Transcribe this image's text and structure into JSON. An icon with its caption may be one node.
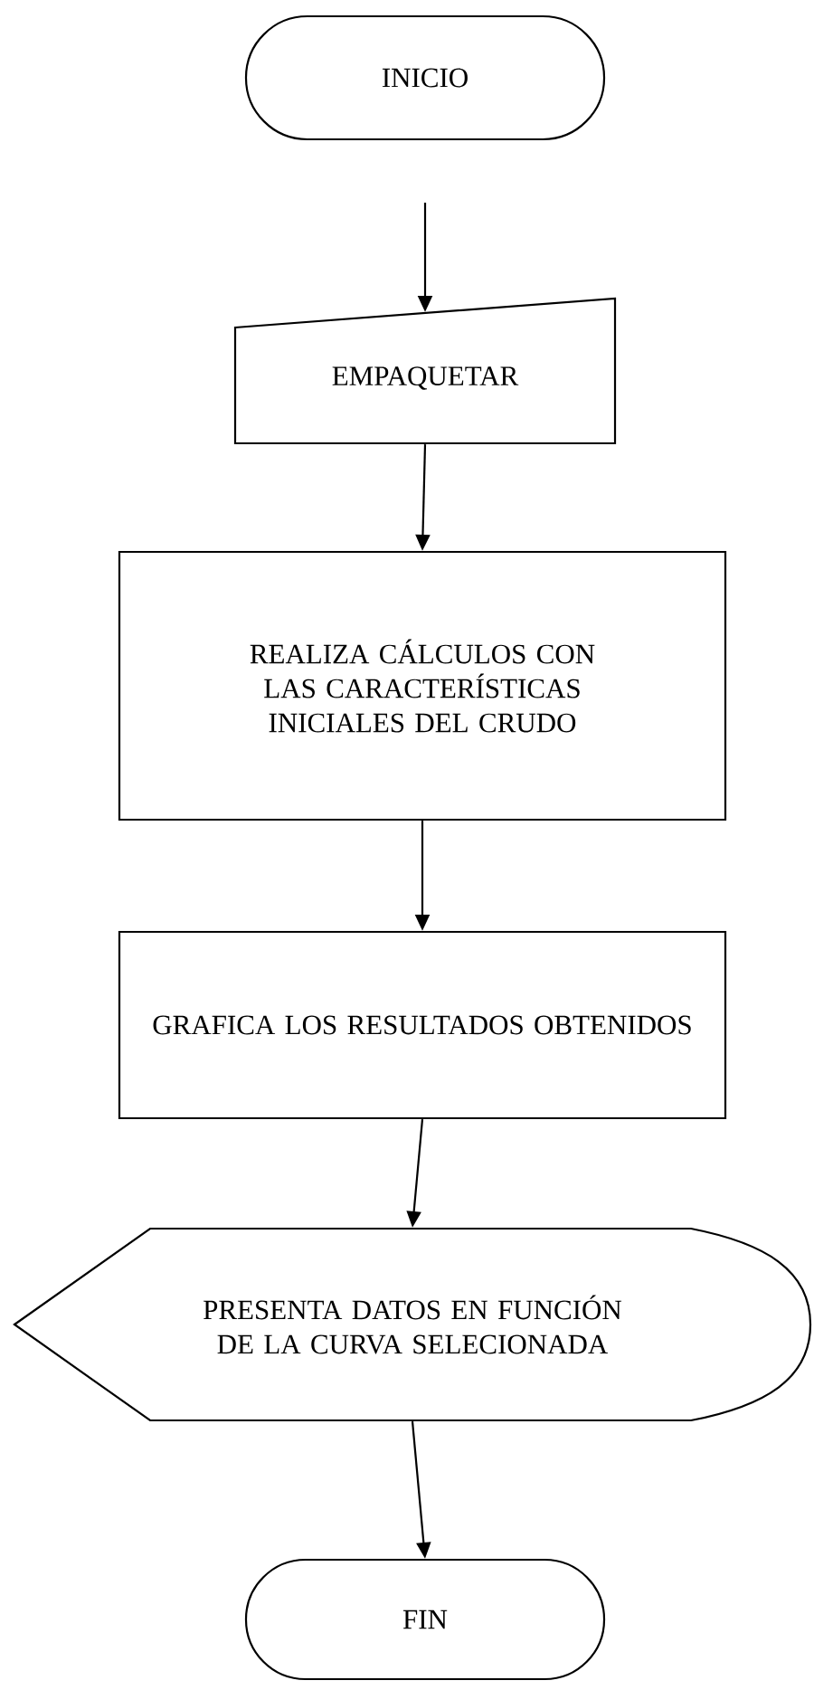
{
  "diagram": {
    "nodes": [
      {
        "text": [
          "INICIO"
        ]
      },
      {
        "text": [
          "EMPAQUETAR"
        ]
      },
      {
        "text": [
          "REALIZA CÁLCULOS CON LAS CARACTERÍSTICAS INICIALES DEL CRUDO"
        ]
      },
      {
        "text": [
          "GRAFICA LOS RESULTADOS OBTENIDOS"
        ]
      },
      {
        "text": [
          "PRESENTA DATOS EN FUNCIÓN DE LA CURVA SELECIONADA"
        ]
      },
      {
        "text": [
          "FIN"
        ]
      }
    ],
    "edges": [
      {
        "from": null,
        "to": 1,
        "arrow": "to"
      },
      {
        "from": 1,
        "to": 2,
        "arrow": "to"
      },
      {
        "from": 2,
        "to": 3,
        "arrow": "to"
      },
      {
        "from": 3,
        "to": 4,
        "arrow": "to"
      },
      {
        "from": 4,
        "to": 5,
        "arrow": "to"
      }
    ]
  }
}
